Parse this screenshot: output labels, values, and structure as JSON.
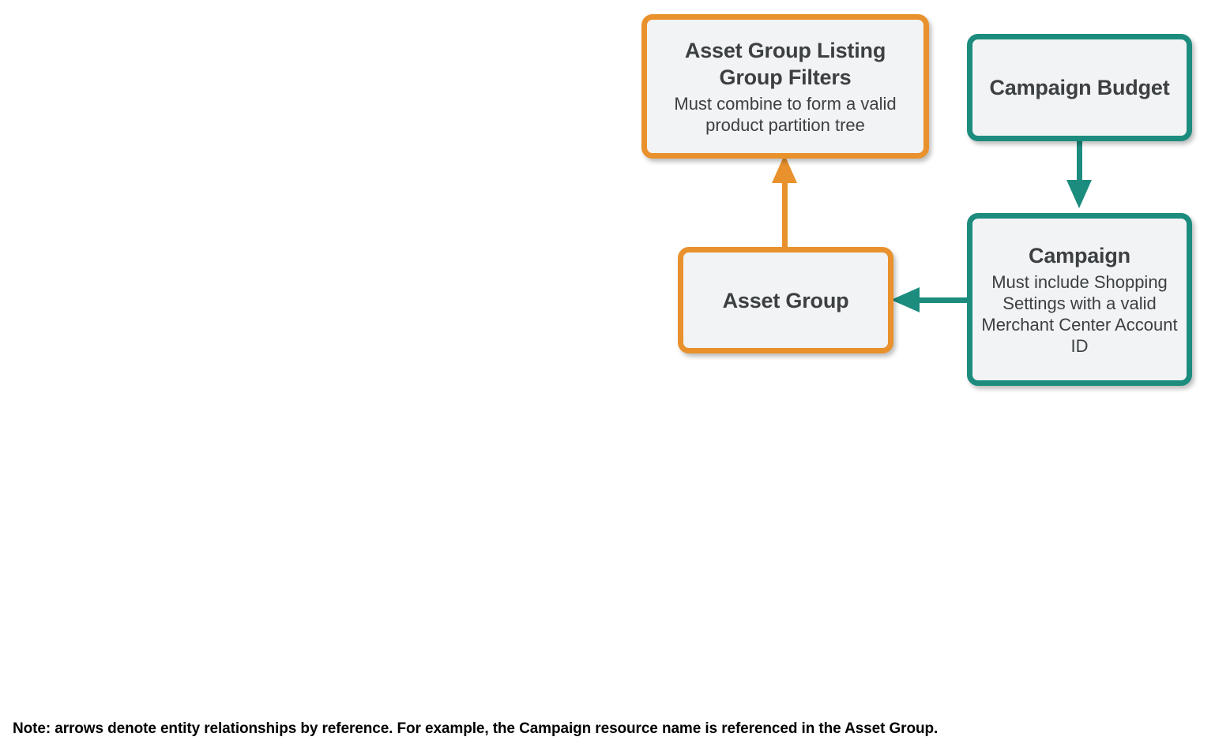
{
  "diagram": {
    "type": "entity-relationship",
    "nodes": [
      {
        "id": "asset-group-listing-group-filters",
        "title": "Asset Group Listing Group Filters",
        "subtitle": "Must combine to form a valid product partition tree",
        "color": "#e8912d",
        "fill": "#f1f3f4"
      },
      {
        "id": "campaign-budget",
        "title": "Campaign Budget",
        "subtitle": "",
        "color": "#1c8c7e",
        "fill": "#f1f3f4"
      },
      {
        "id": "asset-group",
        "title": "Asset Group",
        "subtitle": "",
        "color": "#e8912d",
        "fill": "#f1f3f4"
      },
      {
        "id": "campaign",
        "title": "Campaign",
        "subtitle": "Must include Shopping Settings with a valid Merchant Center Account ID",
        "color": "#1c8c7e",
        "fill": "#f1f3f4"
      }
    ],
    "edges": [
      {
        "id": "asset-group-to-listing-filters",
        "from": "asset-group",
        "to": "asset-group-listing-group-filters",
        "direction": "up",
        "color": "#e8912d"
      },
      {
        "id": "campaign-budget-to-campaign",
        "from": "campaign-budget",
        "to": "campaign",
        "direction": "down",
        "color": "#1c8c7e"
      },
      {
        "id": "campaign-to-asset-group",
        "from": "campaign",
        "to": "asset-group",
        "direction": "left",
        "color": "#1c8c7e"
      }
    ],
    "footnote": "Note: arrows denote entity relationships by reference. For example, the Campaign resource name is referenced in the Asset Group."
  }
}
